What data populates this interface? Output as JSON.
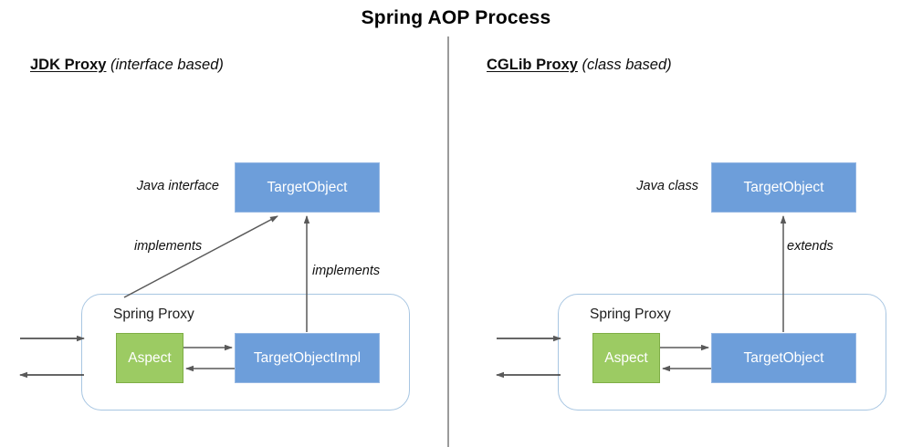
{
  "page": {
    "title": "Spring AOP Process",
    "background_color": "#ffffff"
  },
  "colors": {
    "node_blue": "#6d9eda",
    "node_green": "#9ccb63",
    "proxy_border": "#a8c6e2",
    "divider": "#9b9b9b",
    "arrow": "#595959",
    "text_dark": "#111111",
    "text_on_node": "#ffffff"
  },
  "divider": {
    "orientation": "vertical",
    "label": "section-divider"
  },
  "left_panel": {
    "heading": {
      "strong": "JDK Proxy",
      "italic": "(interface based)"
    },
    "top_side_label": "Java interface",
    "top_node": "TargetObject",
    "edge_labels": {
      "diagonal": "implements",
      "vertical": "implements"
    },
    "proxy": {
      "title": "Spring Proxy",
      "aspect_node": "Aspect",
      "target_node": "TargetObjectImpl"
    },
    "external_arrows": {
      "inbound": "request-in-arrow",
      "outbound": "response-out-arrow"
    }
  },
  "right_panel": {
    "heading": {
      "strong": "CGLib Proxy",
      "italic": "(class based)"
    },
    "top_side_label": "Java class",
    "top_node": "TargetObject",
    "edge_labels": {
      "vertical": "extends"
    },
    "proxy": {
      "title": "Spring Proxy",
      "aspect_node": "Aspect",
      "target_node": "TargetObject"
    },
    "external_arrows": {
      "inbound": "request-in-arrow",
      "outbound": "response-out-arrow"
    }
  }
}
